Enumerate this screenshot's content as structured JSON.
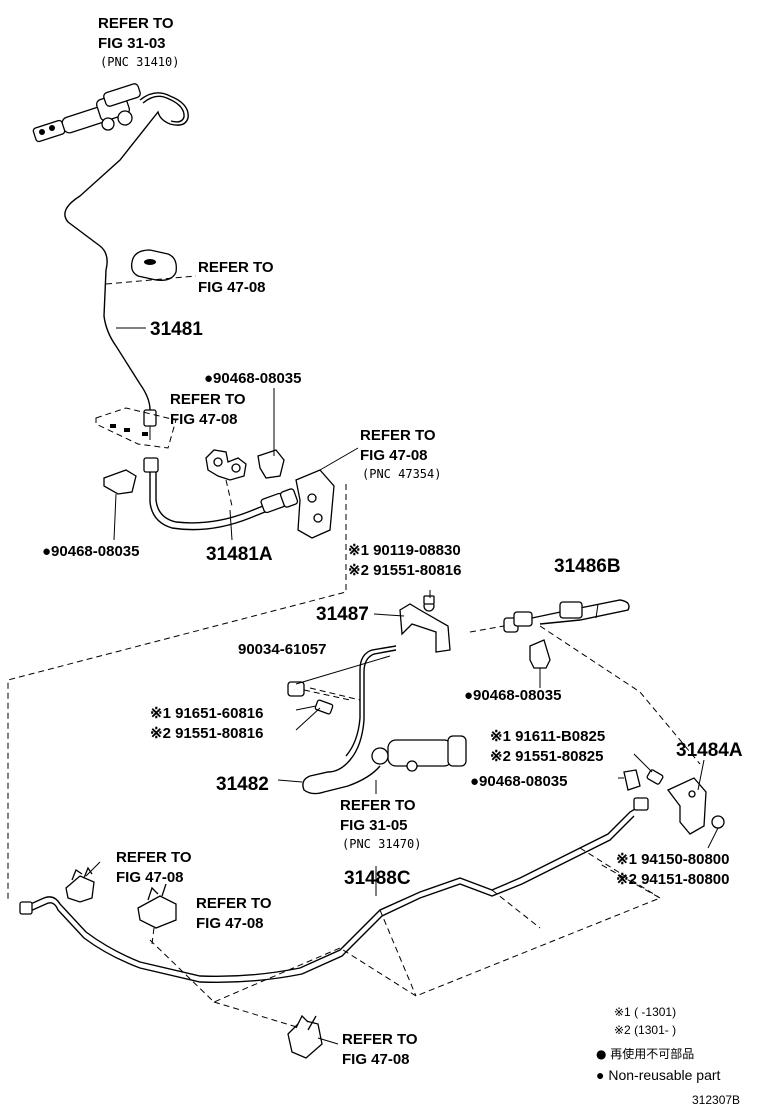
{
  "refs": {
    "r_top_1": "REFER TO",
    "r_top_2": "FIG 31-03",
    "r_top_3": "(PNC 31410)",
    "r_grom_1": "REFER TO",
    "r_grom_2": "FIG 47-08",
    "r_clip_1": "REFER TO",
    "r_clip_2": "FIG 47-08",
    "r_brk_1": "REFER TO",
    "r_brk_2": "FIG 47-08",
    "r_brk_3": "(PNC 47354)",
    "r_cyl_1": "REFER TO",
    "r_cyl_2": "FIG 31-05",
    "r_cyl_3": "(PNC 31470)",
    "r_bl_1": "REFER TO",
    "r_bl_2": "FIG 47-08",
    "r_bm_1": "REFER TO",
    "r_bm_2": "FIG 47-08",
    "r_bot_1": "REFER TO",
    "r_bot_2": "FIG 47-08"
  },
  "parts": {
    "p31481": "31481",
    "p31481a": "31481A",
    "p31486b": "31486B",
    "p31487": "31487",
    "p31482": "31482",
    "p31484a": "31484A",
    "p31488c": "31488C",
    "clip_a": "●90468-08035",
    "clip_b": "●90468-08035",
    "clip_c": "●90468-08035",
    "clip_d": "●90468-08035",
    "bolt_a1": "※1 90119-08830",
    "bolt_a2": "※2 91551-80816",
    "plug": "90034-61057",
    "bolt_b1": "※1 91651-60816",
    "bolt_b2": "※2 91551-80816",
    "bolt_c1": "※1 91611-B0825",
    "bolt_c2": "※2 91551-80825",
    "nut_1": "※1 94150-80800",
    "nut_2": "※2 94151-80800"
  },
  "legend": {
    "period_1": "※1 (        -1301)",
    "period_2": "※2 (1301-        )",
    "non_reusable_jp": "● 再使用不可部品",
    "non_reusable_en": "● Non-reusable part",
    "figure_code": "312307B"
  }
}
